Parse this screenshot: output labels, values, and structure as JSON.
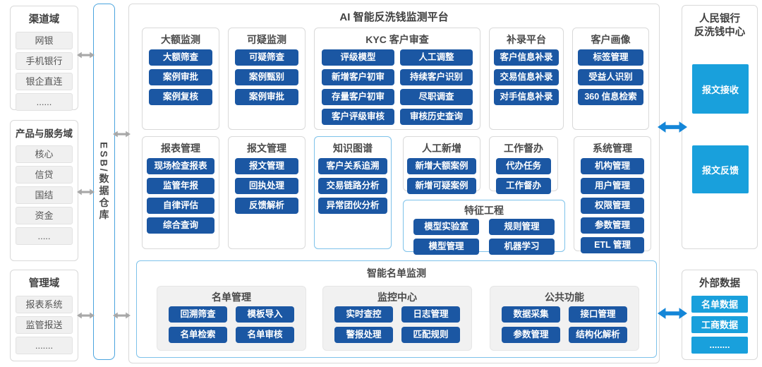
{
  "colors": {
    "primary_blue": "#1b57a3",
    "cyan_blue": "#19a0dc",
    "arrow_gray": "#a8a8a8",
    "arrow_blue": "#1486d8",
    "panel_border": "#d9d9d9",
    "highlight_border": "#7ec2ea"
  },
  "left": {
    "channel": {
      "title": "渠道域",
      "items": [
        "网银",
        "手机银行",
        "银企直连",
        "......"
      ]
    },
    "product": {
      "title": "产品与服务域",
      "items": [
        "核心",
        "信贷",
        "国结",
        "资金",
        "....."
      ]
    },
    "management": {
      "title": "管理域",
      "items": [
        "报表系统",
        "监管报送",
        "......."
      ]
    }
  },
  "esb": {
    "label": "ESB/数据仓库"
  },
  "main": {
    "title": "AI 智能反洗钱监测平台",
    "sections": {
      "large_amount": {
        "title": "大额监测",
        "items": [
          "大额筛查",
          "案例审批",
          "案例复核"
        ]
      },
      "suspicious": {
        "title": "可疑监测",
        "items": [
          "可疑筛查",
          "案例甄别",
          "案例审批"
        ]
      },
      "kyc": {
        "title": "KYC 客户审查",
        "items": [
          "评级模型",
          "人工调整",
          "新增客户初审",
          "持续客户识别",
          "存量客户初审",
          "尽职调查",
          "客户评级审核",
          "审核历史查询"
        ]
      },
      "supplement": {
        "title": "补录平台",
        "items": [
          "客户信息补录",
          "交易信息补录",
          "对手信息补录"
        ]
      },
      "portrait": {
        "title": "客户画像",
        "items": [
          "标签管理",
          "受益人识别",
          "360 信息检索"
        ]
      },
      "report": {
        "title": "报表管理",
        "items": [
          "现场检查报表",
          "监管年报",
          "自律评估",
          "综合查询"
        ]
      },
      "message": {
        "title": "报文管理",
        "items": [
          "报文管理",
          "回执处理",
          "反馈解析"
        ]
      },
      "knowledge_graph": {
        "title": "知识图谱",
        "items": [
          "客户关系追溯",
          "交易链路分析",
          "异常团伙分析"
        ]
      },
      "manual_add": {
        "title": "人工新增",
        "items": [
          "新增大额案例",
          "新增可疑案例"
        ]
      },
      "supervision": {
        "title": "工作督办",
        "items": [
          "代办任务",
          "工作督办"
        ]
      },
      "feature_engineering": {
        "title": "特征工程",
        "items": [
          "模型实验室",
          "规则管理",
          "模型管理",
          "机器学习"
        ]
      },
      "system": {
        "title": "系统管理",
        "items": [
          "机构管理",
          "用户管理",
          "权限管理",
          "参数管理",
          "ETL 管理"
        ]
      }
    },
    "smart_list": {
      "title": "智能名单监测",
      "groups": [
        {
          "title": "名单管理",
          "items": [
            "回溯筛查",
            "模板导入",
            "名单检索",
            "名单审核"
          ]
        },
        {
          "title": "监控中心",
          "items": [
            "实时查控",
            "日志管理",
            "警报处理",
            "匹配规则"
          ]
        },
        {
          "title": "公共功能",
          "items": [
            "数据采集",
            "接口管理",
            "参数管理",
            "结构化解析"
          ]
        }
      ]
    }
  },
  "right": {
    "pboc": {
      "title_line1": "人民银行",
      "title_line2": "反洗钱中心",
      "items": [
        "报文接收",
        "报文反馈"
      ]
    },
    "external": {
      "title": "外部数据",
      "items": [
        "名单数据",
        "工商数据",
        "........"
      ]
    }
  }
}
